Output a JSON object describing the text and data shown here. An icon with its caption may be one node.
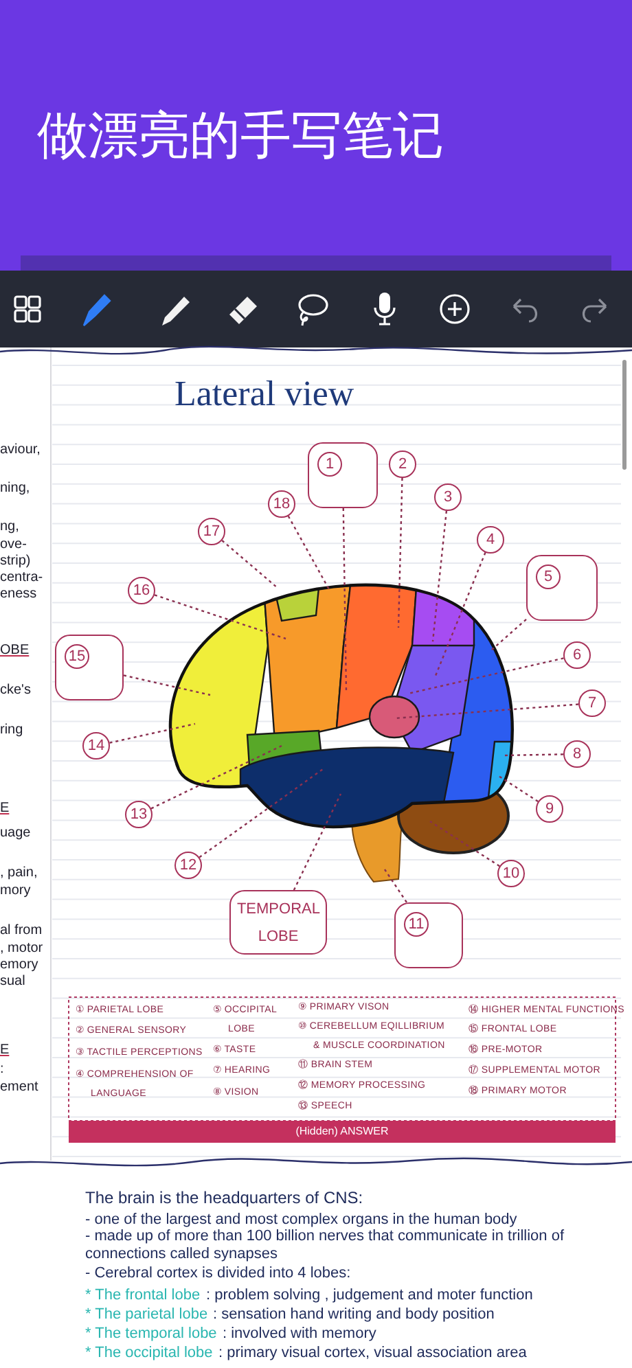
{
  "diagram": {
    "title": "做漂亮的手写笔记",
    "nodes": [
      {
        "text": [
          "1"
        ]
      },
      {
        "text": [
          "2"
        ]
      },
      {
        "text": [
          "3"
        ]
      },
      {
        "text": [
          "4"
        ]
      },
      {
        "text": [
          "5"
        ]
      },
      {
        "text": [
          "6"
        ]
      },
      {
        "text": [
          "7"
        ]
      },
      {
        "text": [
          "8"
        ]
      },
      {
        "text": [
          "9"
        ]
      },
      {
        "text": [
          "10"
        ]
      },
      {
        "text": [
          "11"
        ]
      },
      {
        "text": [
          "12"
        ]
      },
      {
        "text": [
          "13"
        ]
      },
      {
        "text": [
          "14"
        ]
      },
      {
        "text": [
          "15"
        ]
      },
      {
        "text": [
          "16"
        ]
      },
      {
        "text": [
          "17"
        ]
      },
      {
        "text": [
          "18"
        ]
      },
      {
        "text": [
          "TEMPORAL LOBE"
        ]
      }
    ],
    "edges": [
      {
        "from": 0,
        "to": null,
        "arrow": "none"
      },
      {
        "from": 1,
        "to": null,
        "arrow": "none"
      },
      {
        "from": 2,
        "to": null,
        "arrow": "none"
      },
      {
        "from": 3,
        "to": null,
        "arrow": "none"
      },
      {
        "from": 4,
        "to": null,
        "arrow": "none"
      },
      {
        "from": 5,
        "to": null,
        "arrow": "none"
      },
      {
        "from": 6,
        "to": null,
        "arrow": "none"
      },
      {
        "from": 7,
        "to": null,
        "arrow": "none"
      },
      {
        "from": 8,
        "to": null,
        "arrow": "none"
      },
      {
        "from": 9,
        "to": null,
        "arrow": "none"
      },
      {
        "from": 10,
        "to": null,
        "arrow": "none"
      },
      {
        "from": 11,
        "to": null,
        "arrow": "none"
      },
      {
        "from": 12,
        "to": null,
        "arrow": "none"
      },
      {
        "from": 13,
        "to": null,
        "arrow": "none"
      },
      {
        "from": 14,
        "to": null,
        "arrow": "none"
      },
      {
        "from": 15,
        "to": null,
        "arrow": "none"
      },
      {
        "from": 16,
        "to": null,
        "arrow": "none"
      },
      {
        "from": 17,
        "to": null,
        "arrow": "none"
      },
      {
        "from": 18,
        "to": null,
        "arrow": "none"
      }
    ],
    "labels": [
      "Lateral view",
      "aviour,",
      "ning,",
      "ng,",
      "ove-",
      "strip)",
      "centra-",
      "eness",
      "OBE",
      "cke's",
      "ring",
      "E",
      "uage",
      ", pain,",
      "mory",
      "al from",
      ", motor",
      "emory",
      "sual",
      "E",
      ":",
      "ement",
      "① PARIETAL LOBE",
      "② GENERAL SENSORY",
      "③ TACTILE PERCEPTIONS",
      "④ COMPREHENSION OF LANGUAGE",
      "⑤ OCCIPITAL LOBE",
      "⑥ TASTE",
      "⑦ HEARING",
      "⑧ VISION",
      "⑨ PRIMARY VISON",
      "⑩ CEREBELLUM EQILLIBRIUM & MUSCLE COORDINATION",
      "⑪ BRAIN STEM",
      "⑫ MEMORY PROCESSING",
      "⑬ SPEECH",
      "⑭ HIGHER MENTAL FUNCTIONS",
      "⑮ FRONTAL LOBE",
      "⑯ PRE-MOTOR",
      "⑰ SUPPLEMENTAL MOTOR",
      "⑱ PRIMARY MOTOR",
      "(Hidden) ANSWER",
      "The brain is the headquarters of CNS:",
      "- one of the largest and most complex organs in the human body",
      "- made up of more than 100 billion nerves that communicate in trillion of connections called synapses",
      "- Cerebral cortex is divided into 4 lobes:",
      "* The frontal lobe",
      ": problem solving , judgement and moter function",
      "* The parietal lobe",
      ": sensation hand writing and body position",
      "* The temporal lobe",
      ": involved with memory",
      "* The occipital lobe",
      ": primary visual cortex, visual association area"
    ]
  }
}
